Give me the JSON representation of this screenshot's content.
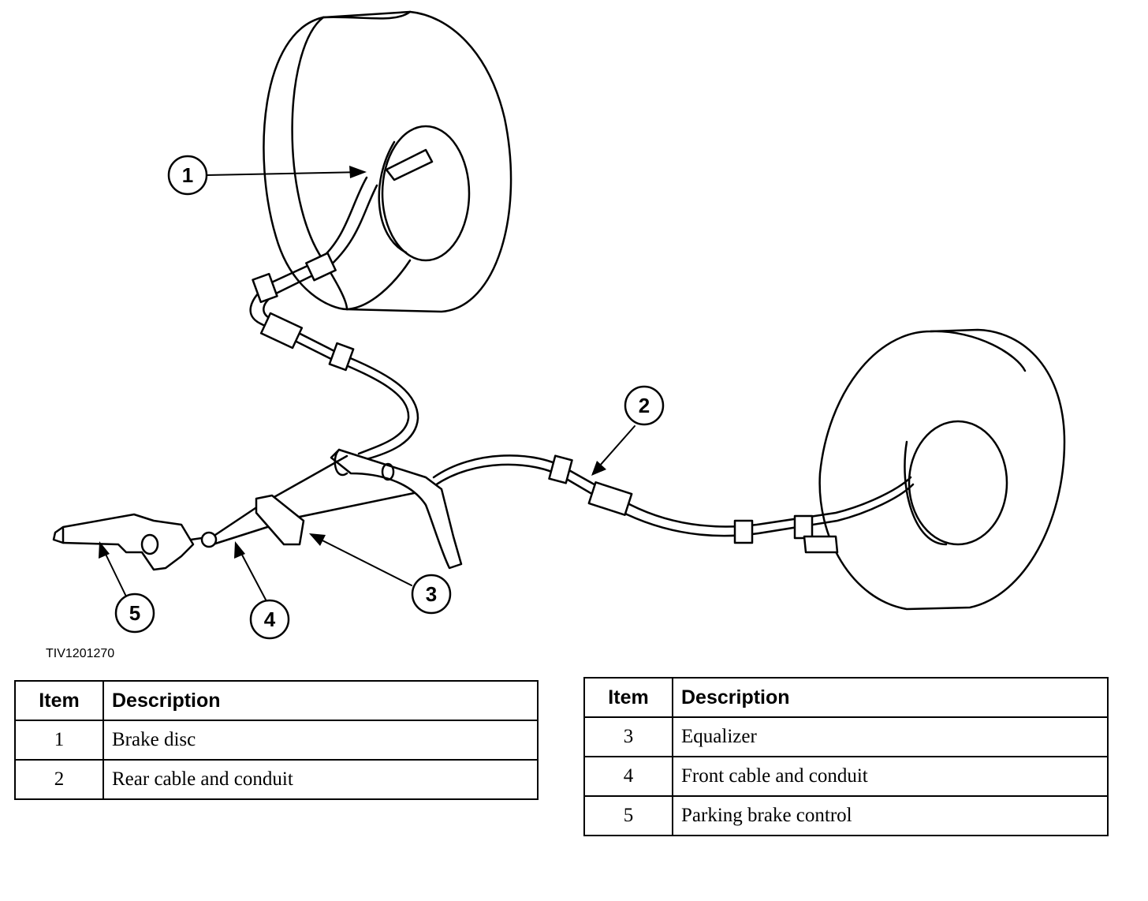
{
  "figure_id": "TIV1201270",
  "callouts": [
    "1",
    "2",
    "3",
    "4",
    "5"
  ],
  "legend_header": {
    "item": "Item",
    "description": "Description"
  },
  "legend_left": [
    {
      "item": "1",
      "description": "Brake disc"
    },
    {
      "item": "2",
      "description": "Rear cable and conduit"
    }
  ],
  "legend_right": [
    {
      "item": "3",
      "description": "Equalizer"
    },
    {
      "item": "4",
      "description": "Front cable and conduit"
    },
    {
      "item": "5",
      "description": "Parking brake control"
    }
  ]
}
